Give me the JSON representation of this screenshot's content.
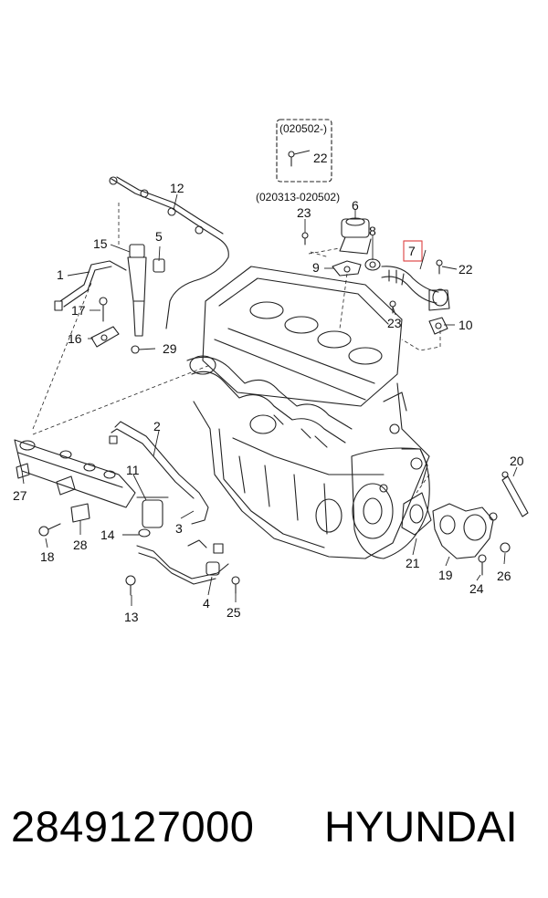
{
  "diagram": {
    "group_label_top": "(020502-)",
    "group_label_mid": "(020313-020502)",
    "highlight_color": "#e05050",
    "callouts": {
      "c1": "1",
      "c2": "2",
      "c3": "3",
      "c4": "4",
      "c5": "5",
      "c6": "6",
      "c7": "7",
      "c8": "8",
      "c9": "9",
      "c10": "10",
      "c11": "11",
      "c12": "12",
      "c13": "13",
      "c14": "14",
      "c15": "15",
      "c16": "16",
      "c17": "17",
      "c18": "18",
      "c19": "19",
      "c20": "20",
      "c21": "21",
      "c22a": "22",
      "c22b": "22",
      "c23a": "23",
      "c23b": "23",
      "c24": "24",
      "c25": "25",
      "c26": "26",
      "c27": "27",
      "c28": "28",
      "c29": "29"
    }
  },
  "footer": {
    "part_number": "2849127000",
    "brand": "HYUNDAI"
  }
}
